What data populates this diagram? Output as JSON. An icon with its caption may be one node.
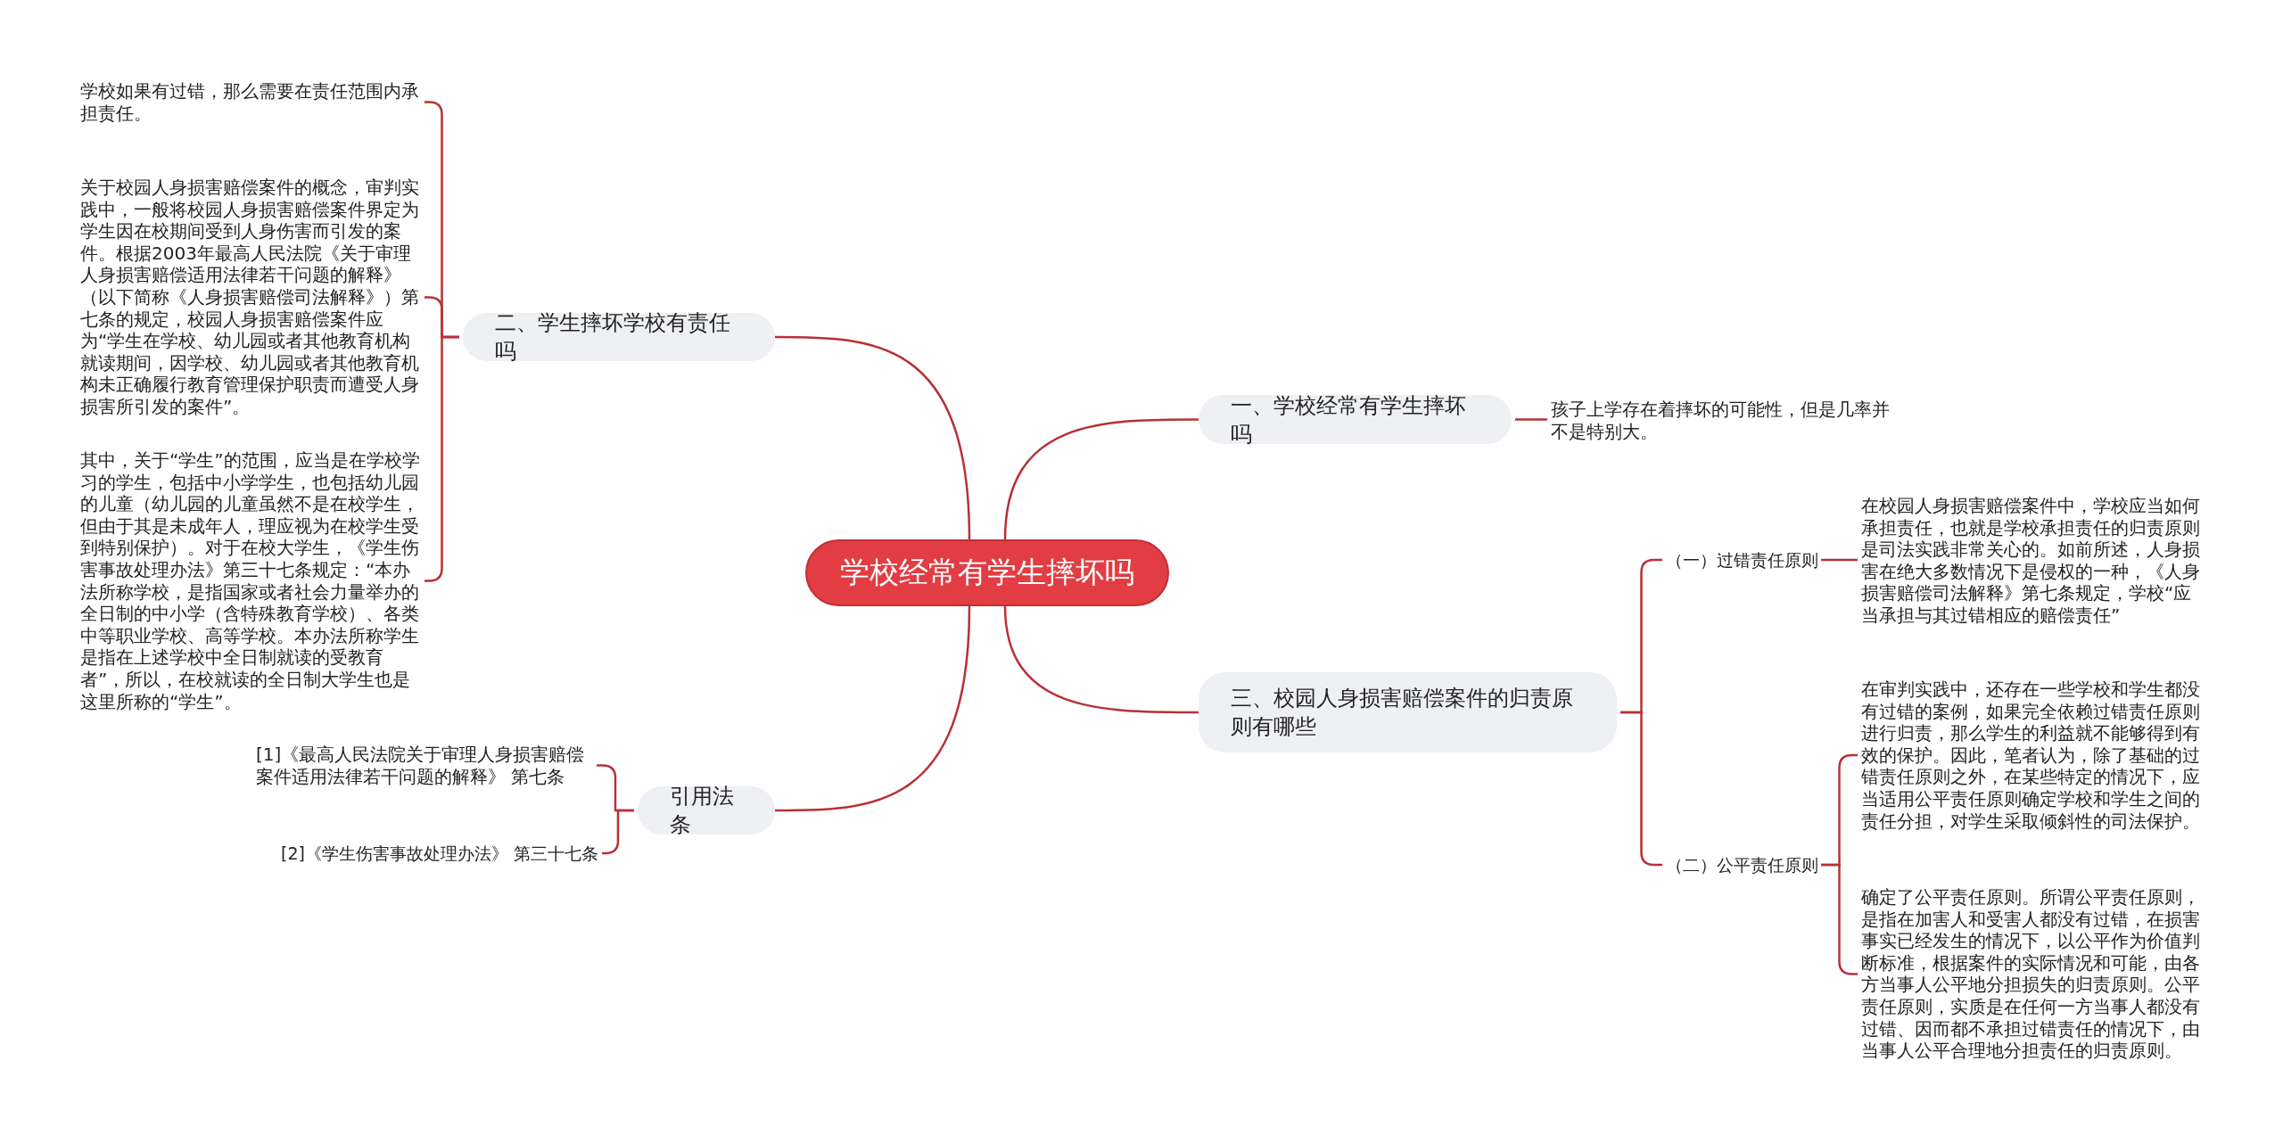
{
  "diagram": {
    "nodes": [
      {
        "text": [
          "学校经常有学生摔坏吗"
        ]
      },
      {
        "text": [
          "二、学生摔坏学校有责任吗"
        ]
      },
      {
        "text": [
          "学校如果有过错，那么需要在责任范围内承担责任。"
        ]
      },
      {
        "text": [
          "关于校园人身损害赔偿案件的概念，审判实践中，一般将校园人身损害赔偿案件界定为学生因在校期间受到人身伤害而引发的案件。根据2003年最高人民法院《关于审理人身损害赔偿适用法律若干问题的解释》（以下简称《人身损害赔偿司法解释》）第七条的规定，校园人身损害赔偿案件应为“学生在学校、幼儿园或者其他教育机构就读期间，因学校、幼儿园或者其他教育机构未正确履行教育管理保护职责而遭受人身损害所引发的案件”。"
        ]
      },
      {
        "text": [
          "其中，关于“学生”的范围，应当是在学校学习的学生，包括中小学学生，也包括幼儿园的儿童（幼儿园的儿童虽然不是在校学生，但由于其是未成年人，理应视为在校学生受到特别保护）。对于在校大学生，《学生伤害事故处理办法》第三十七条规定：“本办法所称学校，是指国家或者社会力量举办的全日制的中小学（含特殊教育学校）、各类中等职业学校、高等学校。本办法所称学生是指在上述学校中全日制就读的受教育者”，所以，在校就读的全日制大学生也是这里所称的“学生”。"
        ]
      },
      {
        "text": [
          "引用法条"
        ]
      },
      {
        "text": [
          "[1]《最高人民法院关于审理人身损害赔偿案件适用法律若干问题的解释》 第七条"
        ]
      },
      {
        "text": [
          "[2]《学生伤害事故处理办法》 第三十七条"
        ]
      },
      {
        "text": [
          "一、学校经常有学生摔坏吗"
        ]
      },
      {
        "text": [
          "孩子上学存在着摔坏的可能性，但是几率并不是特别大。"
        ]
      },
      {
        "text": [
          "三、校园人身损害赔偿案件的归责原则有哪些"
        ]
      },
      {
        "text": [
          "（一）过错责任原则"
        ]
      },
      {
        "text": [
          "在校园人身损害赔偿案件中，学校应当如何承担责任，也就是学校承担责任的归责原则是司法实践非常关心的。如前所述，人身损害在绝大多数情况下是侵权的一种，《人身损害赔偿司法解释》第七条规定，学校“应当承担与其过错相应的赔偿责任”"
        ]
      },
      {
        "text": [
          "（二）公平责任原则"
        ]
      },
      {
        "text": [
          "在审判实践中，还存在一些学校和学生都没有过错的案例，如果完全依赖过错责任原则进行归责，那么学生的利益就不能够得到有效的保护。因此，笔者认为，除了基础的过错责任原则之外，在某些特定的情况下，应当适用公平责任原则确定学校和学生之间的责任分担，对学生采取倾斜性的司法保护。"
        ]
      },
      {
        "text": [
          "确定了公平责任原则。所谓公平责任原则，是指在加害人和受害人都没有过错，在损害事实已经发生的情况下，以公平作为价值判断标准，根据案件的实际情况和可能，由各方当事人公平地分担损失的归责原则。公平责任原则，实质是在任何一方当事人都没有过错、因而都不承担过错责任的情况下，由当事人公平合理地分担责任的归责原则。"
        ]
      }
    ],
    "edges": [
      {
        "from": 0,
        "to": 1,
        "arrow": "none"
      },
      {
        "from": 1,
        "to": 2,
        "arrow": "none"
      },
      {
        "from": 1,
        "to": 3,
        "arrow": "none"
      },
      {
        "from": 1,
        "to": 4,
        "arrow": "none"
      },
      {
        "from": 0,
        "to": 5,
        "arrow": "none"
      },
      {
        "from": 5,
        "to": 6,
        "arrow": "none"
      },
      {
        "from": 5,
        "to": 7,
        "arrow": "none"
      },
      {
        "from": 0,
        "to": 8,
        "arrow": "none"
      },
      {
        "from": 8,
        "to": 9,
        "arrow": "none"
      },
      {
        "from": 0,
        "to": 10,
        "arrow": "none"
      },
      {
        "from": 10,
        "to": 11,
        "arrow": "none"
      },
      {
        "from": 11,
        "to": 12,
        "arrow": "none"
      },
      {
        "from": 10,
        "to": 13,
        "arrow": "none"
      },
      {
        "from": 13,
        "to": 14,
        "arrow": "none"
      },
      {
        "from": 13,
        "to": 15,
        "arrow": "none"
      }
    ]
  }
}
